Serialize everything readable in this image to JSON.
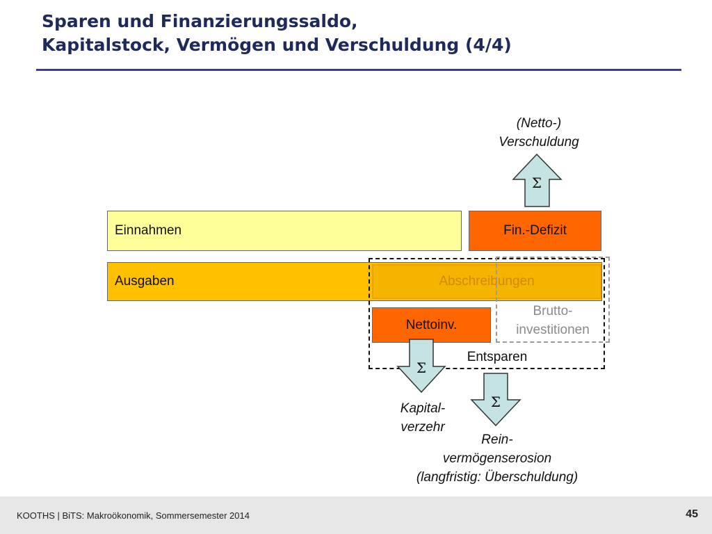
{
  "title": {
    "line1": "Sparen und Finanzierungssaldo,",
    "line2": "Kapitalstock, Vermögen und Verschuldung (4/4)"
  },
  "boxes": {
    "einnahmen": "Einnahmen",
    "ausgaben": "Ausgaben",
    "abschreibungen": "Abschreibungen",
    "fin_defizit": "Fin.-Defizit",
    "nettoinv": "Nettoinv."
  },
  "labels": {
    "brutto_line1": "Brutto-",
    "brutto_line2": "investitionen",
    "entsparen": "Entsparen",
    "netto_verschuldung_line1": "(Netto-)",
    "netto_verschuldung_line2": "Verschuldung",
    "kapitalverzehr_line1": "Kapital-",
    "kapitalverzehr_line2": "verzehr",
    "rein_line1": "Rein-",
    "rein_line2": "vermögenserosion",
    "rein_line3": "(langfristig: Überschuldung)"
  },
  "arrow_symbol": "Σ",
  "colors": {
    "einnahmen": "#ffff99",
    "ausgaben": "#ffc000",
    "defizit": "#ff6600",
    "arrow_fill": "#c5e3e3",
    "title": "#1f2a5a",
    "rule": "#3b3f8f"
  },
  "footer": {
    "text": "KOOTHS | BiTS: Makroökonomik, Sommersemester 2014",
    "page": "45"
  }
}
